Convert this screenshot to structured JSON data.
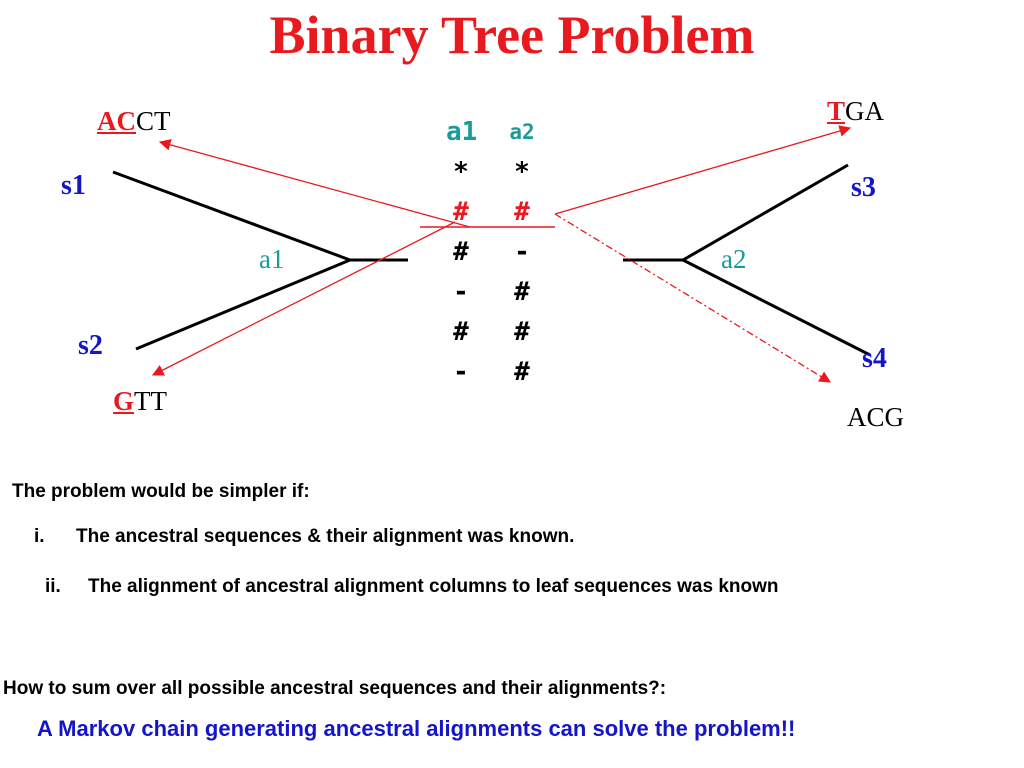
{
  "title": "Binary Tree Problem",
  "leaves": {
    "s1": {
      "label": "s1",
      "seq_highlight": "AC",
      "seq_rest": "CT"
    },
    "s2": {
      "label": "s2",
      "seq_highlight": "G",
      "seq_rest": "TT"
    },
    "s3": {
      "label": "s3",
      "seq_highlight": "T",
      "seq_rest": "GA"
    },
    "s4": {
      "label": "s4",
      "seq": "ACG"
    }
  },
  "ancestors": {
    "a1": "a1",
    "a2": "a2"
  },
  "alignment": {
    "headers": [
      "a1",
      "a2"
    ],
    "rows": [
      [
        "*",
        "*"
      ],
      [
        "#",
        "#"
      ],
      [
        "#",
        "-"
      ],
      [
        "-",
        "#"
      ],
      [
        "#",
        "#"
      ],
      [
        "-",
        "#"
      ]
    ]
  },
  "text": {
    "intro": "The problem would be simpler if:",
    "item1_num": "i.",
    "item1": "The ancestral sequences & their alignment was known.",
    "item2_num": "ii.",
    "item2": "The alignment of ancestral alignment columns to leaf sequences was known",
    "question": "How to sum over all possible ancestral sequences and their alignments?:",
    "answer": "A Markov chain generating ancestral alignments can solve the problem!!"
  },
  "colors": {
    "title": "#e8191f",
    "arrows": "#e8191f",
    "leaf_labels": "#1414c8",
    "ancestor_labels": "#1a9a9a",
    "answer": "#1414c8"
  }
}
